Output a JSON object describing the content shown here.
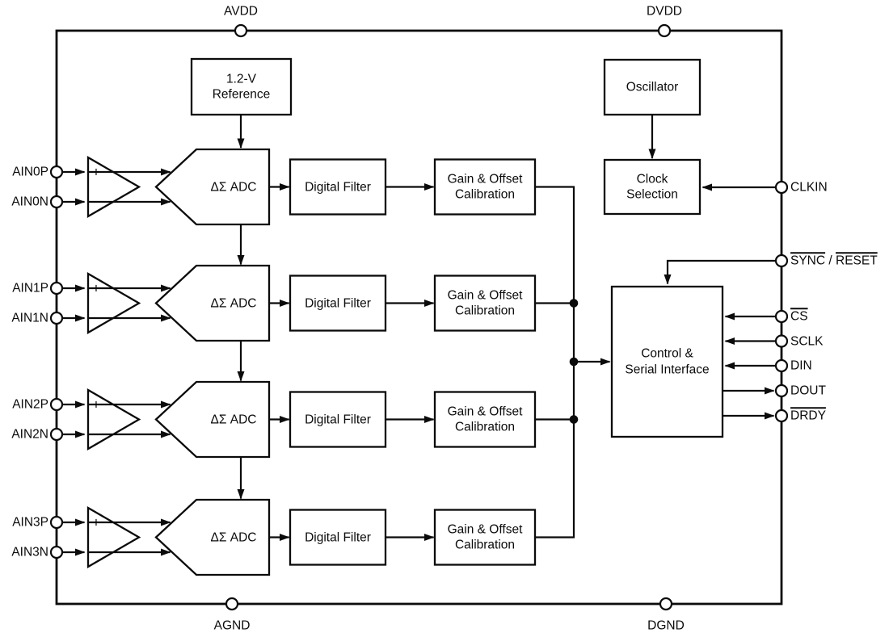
{
  "pins": {
    "left": [
      {
        "label": "AIN0P"
      },
      {
        "label": "AIN0N"
      },
      {
        "label": "AIN1P"
      },
      {
        "label": "AIN1N"
      },
      {
        "label": "AIN2P"
      },
      {
        "label": "AIN2N"
      },
      {
        "label": "AIN3P"
      },
      {
        "label": "AIN3N"
      }
    ],
    "top": [
      {
        "label": "AVDD"
      },
      {
        "label": "DVDD"
      }
    ],
    "bottom": [
      {
        "label": "AGND"
      },
      {
        "label": "DGND"
      }
    ],
    "right": [
      {
        "name": "CLKIN",
        "segments": [
          {
            "text": "CLKIN",
            "overline": false
          }
        ]
      },
      {
        "name": "SYNC/RESET",
        "segments": [
          {
            "text": "SYNC",
            "overline": true
          },
          {
            "text": " / ",
            "overline": false
          },
          {
            "text": "RESET",
            "overline": true
          }
        ]
      },
      {
        "name": "CS",
        "segments": [
          {
            "text": "CS",
            "overline": true
          }
        ]
      },
      {
        "name": "SCLK",
        "segments": [
          {
            "text": "SCLK",
            "overline": false
          }
        ]
      },
      {
        "name": "DIN",
        "segments": [
          {
            "text": "DIN",
            "overline": false
          }
        ]
      },
      {
        "name": "DOUT",
        "segments": [
          {
            "text": "DOUT",
            "overline": false
          }
        ]
      },
      {
        "name": "DRDY",
        "segments": [
          {
            "text": "DRDY",
            "overline": true
          }
        ]
      }
    ]
  },
  "blocks": {
    "reference": {
      "lines": [
        "1.2-V",
        "Reference"
      ]
    },
    "oscillator": {
      "lines": [
        "Oscillator"
      ]
    },
    "clock_selection": {
      "lines": [
        "Clock",
        "Selection"
      ]
    },
    "adc": {
      "lines": [
        "ΔΣ ADC"
      ]
    },
    "digital_filter": {
      "lines": [
        "Digital Filter"
      ]
    },
    "gain_offset_calibration": {
      "lines": [
        "Gain & Offset",
        "Calibration"
      ]
    },
    "control_serial_interface": {
      "lines": [
        "Control &",
        "Serial Interface"
      ]
    }
  },
  "amplifier": {
    "plus": "+",
    "minus": "−"
  },
  "colors": {
    "line": "#0b0b0b",
    "background": "#ffffff"
  }
}
